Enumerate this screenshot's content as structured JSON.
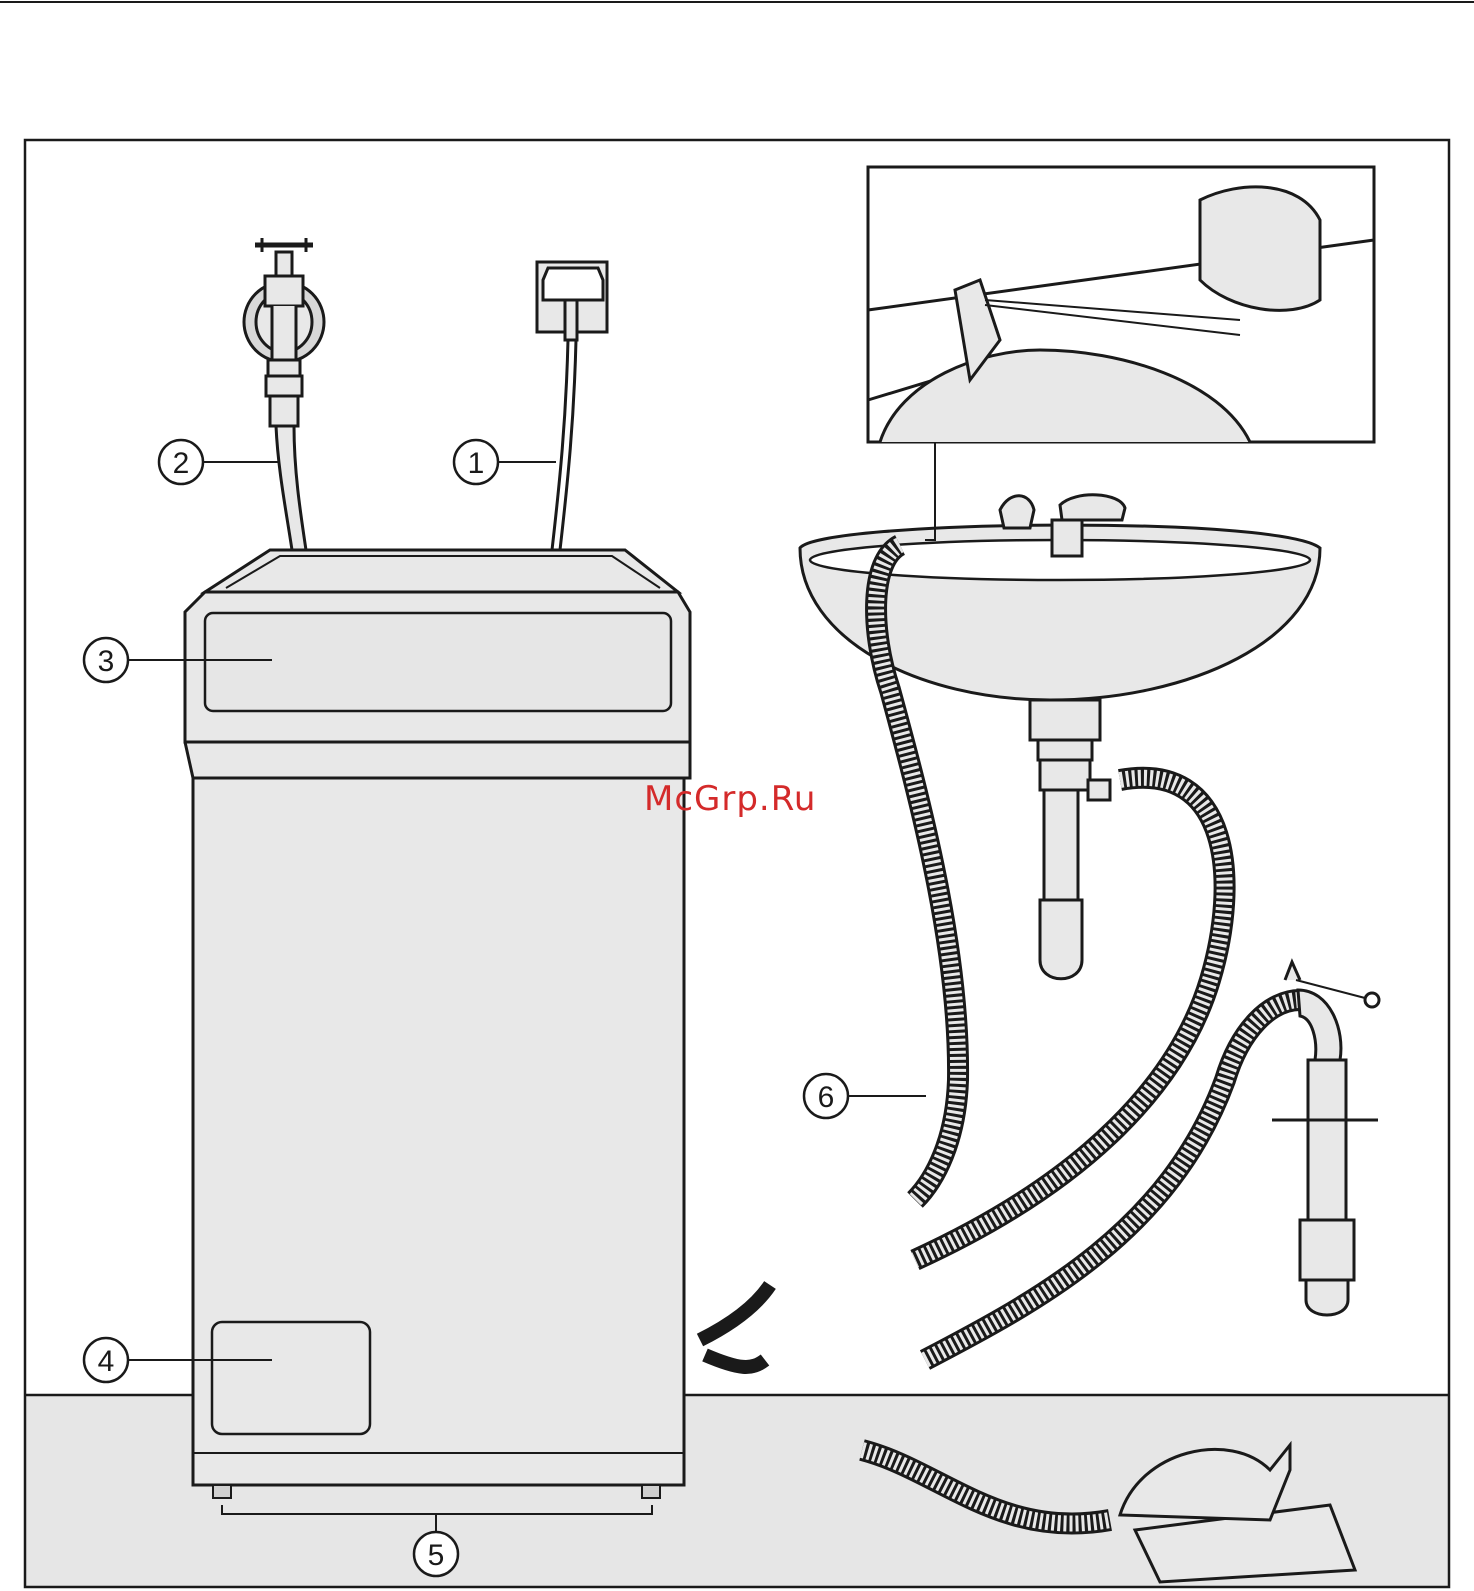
{
  "diagram": {
    "callouts": [
      {
        "id": 1,
        "label": "1"
      },
      {
        "id": 2,
        "label": "2"
      },
      {
        "id": 3,
        "label": "3"
      },
      {
        "id": 4,
        "label": "4"
      },
      {
        "id": 5,
        "label": "5"
      },
      {
        "id": 6,
        "label": "6"
      }
    ],
    "watermark": "McGrp.Ru",
    "colors": {
      "line": "#1a1a1a",
      "floor": "#e6e6e6",
      "watermark": "#d42a2a",
      "background": "#ffffff"
    }
  }
}
